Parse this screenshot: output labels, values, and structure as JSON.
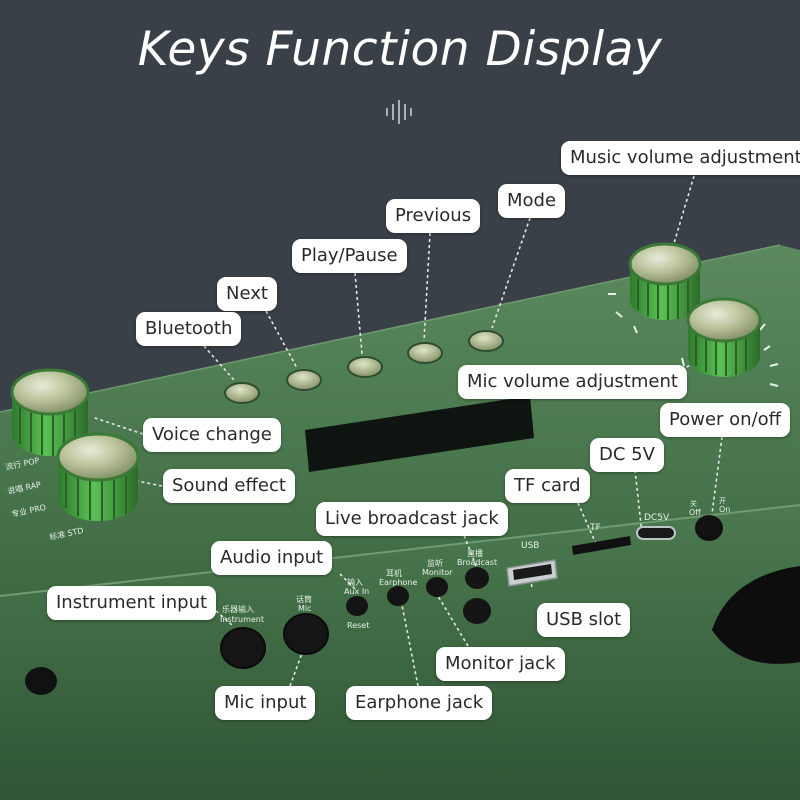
{
  "title": "Keys Function Display",
  "labels": {
    "music_volume": "Music volume adjustment",
    "mode": "Mode",
    "previous": "Previous",
    "play_pause": "Play/Pause",
    "next": "Next",
    "bluetooth": "Bluetooth",
    "mic_volume": "Mic volume adjustment",
    "power": "Power on/off",
    "voice_change": "Voice change",
    "sound_effect": "Sound effect",
    "dc5v": "DC 5V",
    "tf_card": "TF card",
    "live_broadcast": "Live broadcast jack",
    "audio_input": "Audio input",
    "instrument_input": "Instrument input",
    "usb_slot": "USB slot",
    "monitor_jack": "Monitor jack",
    "mic_input": "Mic input",
    "earphone_jack": "Earphone jack"
  },
  "panel_print": {
    "usb": "USB",
    "tf": "TF",
    "dc5v": "DC5V",
    "off_cn": "关",
    "off": "Off",
    "on_cn": "开",
    "on": "On",
    "instrument_cn": "乐器输入",
    "instrument": "Instrument",
    "mic_cn": "话筒",
    "mic": "Mic",
    "auxin_cn": "输入",
    "auxin": "Aux In",
    "reset": "Reset",
    "earphone_cn": "耳机",
    "earphone": "Earphone",
    "monitor_cn": "监听",
    "monitor": "Monitor",
    "broadcast_cn": "直播",
    "broadcast": "Broadcast",
    "pop": "流行 POP",
    "rap": "说唱 RAP",
    "pro": "专业 PRO",
    "std": "标准 STD"
  },
  "colors": {
    "background": "#3a4048",
    "device_green": "#3f6b44",
    "knob_green": "#3f9b3c",
    "label_bg": "#ffffff"
  }
}
